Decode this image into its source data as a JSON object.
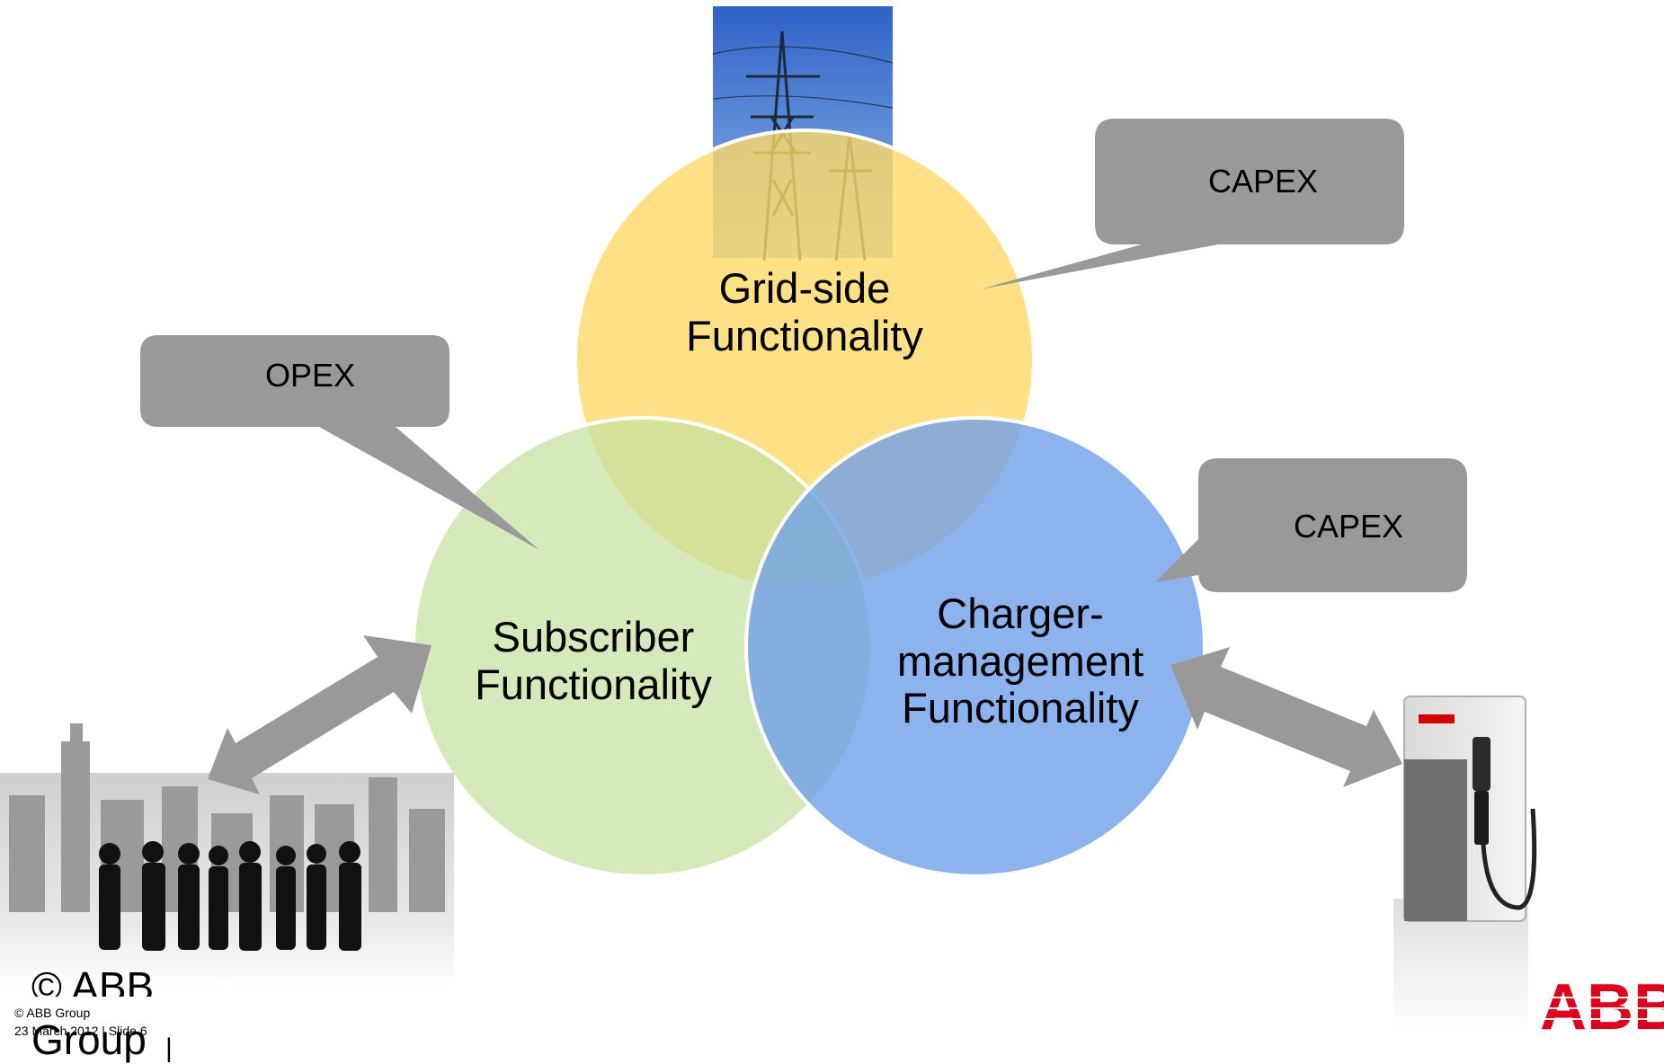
{
  "circles": {
    "grid": {
      "line1": "Grid-side",
      "line2": "Functionality",
      "color": "#FFD966"
    },
    "subscriber": {
      "line1": "Subscriber",
      "line2": "Functionality",
      "color": "#C5E0A0"
    },
    "charger": {
      "line1": "Charger-",
      "line2": "management",
      "line3": "Functionality",
      "color": "#6D9EEB"
    }
  },
  "callouts": {
    "capex_top": "CAPEX",
    "opex": "OPEX",
    "capex_right": "CAPEX",
    "fill": "#999999"
  },
  "images": {
    "power_tower": "power-transmission-tower-photo",
    "city_people": "city-skyline-with-people-silhouettes",
    "ev_charger": "ev-fast-charger-photo"
  },
  "footer": {
    "large_prefix": "© ABB",
    "large_group": "Group",
    "large_sep": "|",
    "copyright": "© ABB Group",
    "date_slide": "23 March 2012 | Slide 6"
  },
  "logo": {
    "text": "ABB",
    "color": "#E2001A"
  }
}
